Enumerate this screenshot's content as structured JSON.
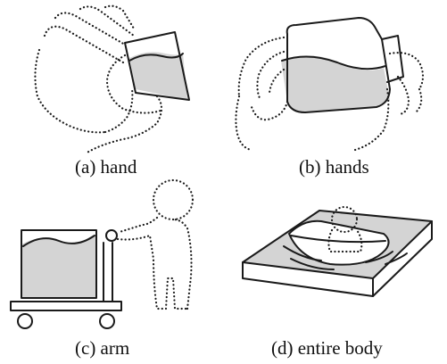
{
  "panels": [
    {
      "id": "a",
      "caption": "(a) hand"
    },
    {
      "id": "b",
      "caption": "(b) hands"
    },
    {
      "id": "c",
      "caption": "(c) arm"
    },
    {
      "id": "d",
      "caption": "(d) entire body"
    }
  ],
  "colors": {
    "line": "#1a1a1a",
    "fill": "#d4d4d4",
    "background": "#ffffff"
  },
  "icons": {
    "a": "hand-holding-cup-icon",
    "b": "hands-holding-bottle-icon",
    "c": "person-pushing-cart-icon",
    "d": "person-in-boat-icon"
  }
}
